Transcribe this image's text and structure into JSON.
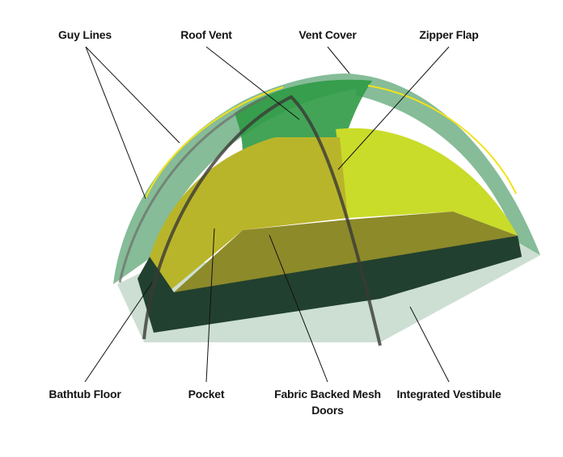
{
  "diagram": {
    "subject": "Dome tent anatomy",
    "colors": {
      "fly_outer": "#7fb892",
      "fly_dark_green": "#2f9a45",
      "inner_yellow": "#c9dc2a",
      "inner_olive": "#9a9b2a",
      "bathtub_floor": "#22402f",
      "vestibule": "#c6dccd",
      "yellow_guyline": "#f2e21a",
      "pole_dark": "#3a3a36",
      "leader_line": "#111111"
    },
    "labels": {
      "guy_lines": "Guy Lines",
      "roof_vent": "Roof Vent",
      "vent_cover": "Vent Cover",
      "zipper_flap": "Zipper Flap",
      "bathtub_floor": "Bathtub Floor",
      "pocket": "Pocket",
      "mesh_doors_line1": "Fabric Backed Mesh",
      "mesh_doors_line2": "Doors",
      "integrated_vestibule": "Integrated Vestibule"
    }
  }
}
